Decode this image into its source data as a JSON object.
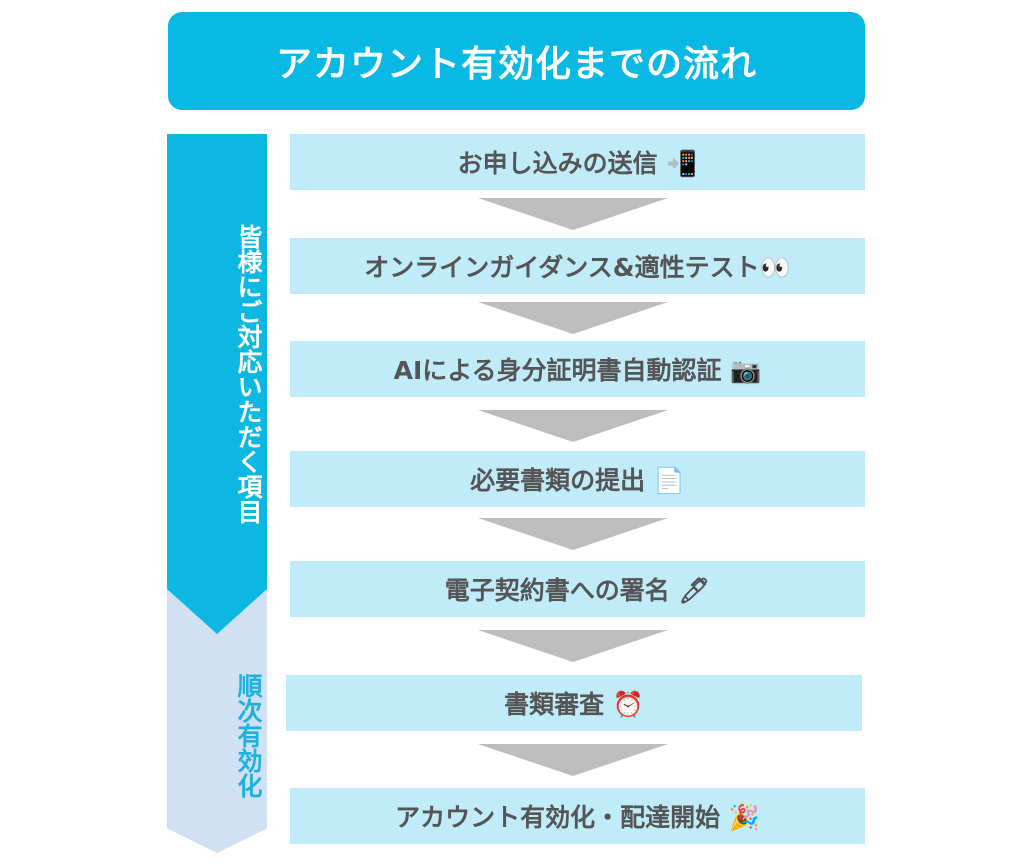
{
  "title": "アカウント有効化までの流れ",
  "side": {
    "customer_label": "皆様にご対応いただく項目",
    "sequential_label": "順次有効化"
  },
  "steps": [
    {
      "label": "お申し込みの送信 📲"
    },
    {
      "label": "オンラインガイダンス&適性テスト👀"
    },
    {
      "label": "AIによる身分証明書自動認証 📷"
    },
    {
      "label": "必要書類の提出 📄"
    },
    {
      "label": "電子契約書への署名 🖊"
    },
    {
      "label": "書類審査 ⏰"
    },
    {
      "label": "アカウント有効化・配達開始 🎉"
    }
  ],
  "colors": {
    "primary": "#0ab9e3",
    "step_bg": "#c0ebf8",
    "arrow": "#bdbdbd",
    "side_light": "#cfe1f3",
    "text": "#555555"
  }
}
